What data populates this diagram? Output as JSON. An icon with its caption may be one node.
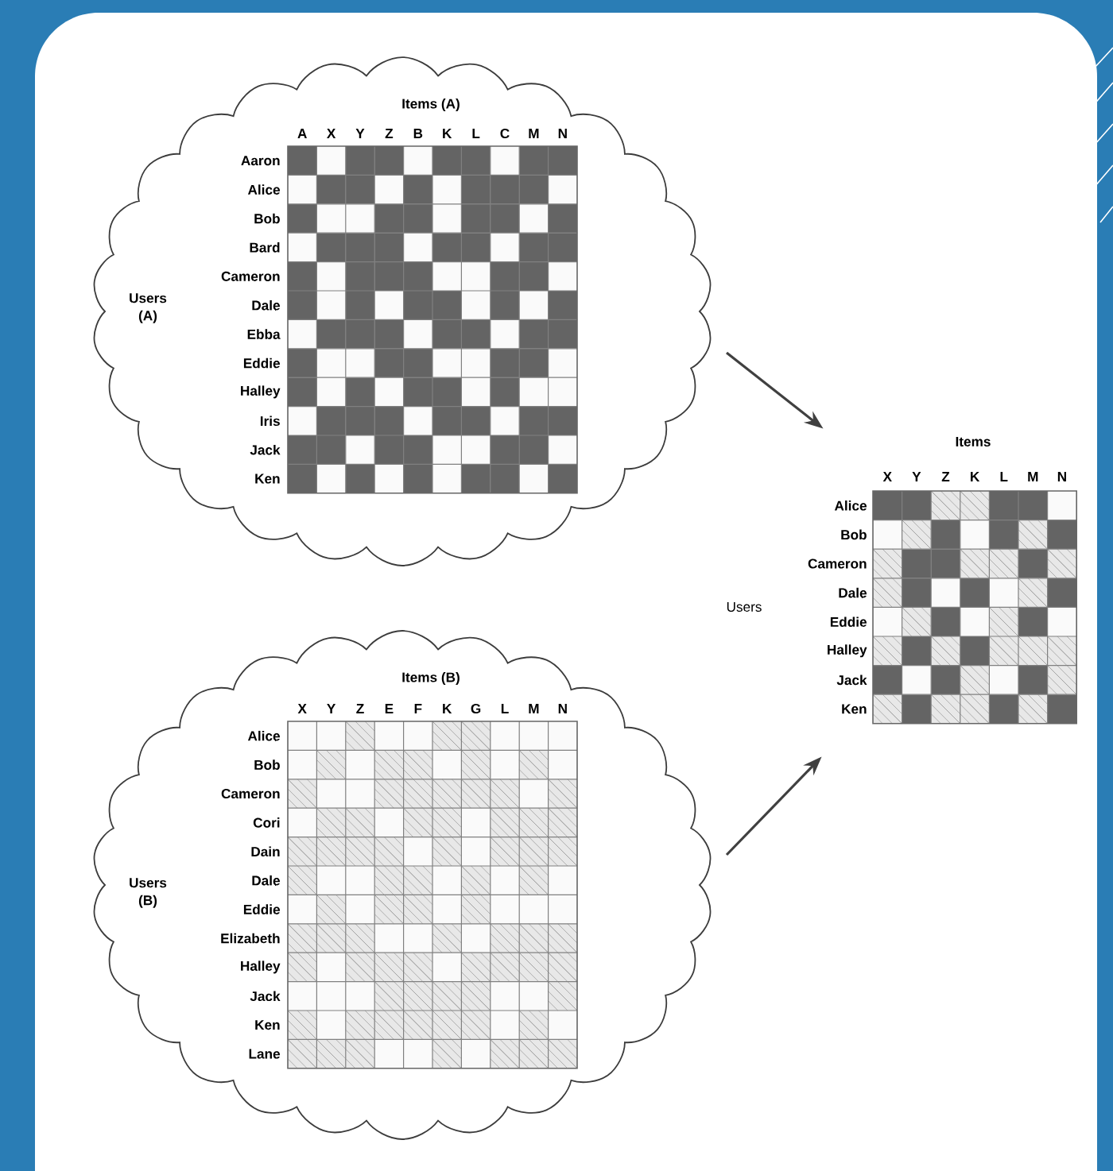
{
  "diagram": {
    "nodes": [
      {
        "text": [
          "Items (A)",
          "Users (A)"
        ]
      },
      {
        "text": [
          "Items (B)",
          "Users (B)"
        ]
      },
      {
        "text": [
          "Items",
          "Users"
        ]
      }
    ],
    "edges": [
      {
        "from": 0,
        "to": 2,
        "arrow": "to"
      },
      {
        "from": 1,
        "to": 2,
        "arrow": "to"
      }
    ],
    "labels": [
      "A",
      "X",
      "Y",
      "Z",
      "B",
      "K",
      "L",
      "C",
      "M",
      "N",
      "Aaron",
      "Alice",
      "Bob",
      "Bard",
      "Cameron",
      "Dale",
      "Ebba",
      "Eddie",
      "Halley",
      "Iris",
      "Jack",
      "Ken",
      "X",
      "Y",
      "Z",
      "E",
      "F",
      "K",
      "G",
      "L",
      "M",
      "N",
      "Alice",
      "Bob",
      "Cameron",
      "Cori",
      "Dain",
      "Dale",
      "Eddie",
      "Elizabeth",
      "Halley",
      "Jack",
      "Ken",
      "Lane",
      "X",
      "Y",
      "Z",
      "K",
      "L",
      "M",
      "N",
      "Alice",
      "Bob",
      "Cameron",
      "Dale",
      "Eddie",
      "Halley",
      "Jack",
      "Ken"
    ]
  }
}
